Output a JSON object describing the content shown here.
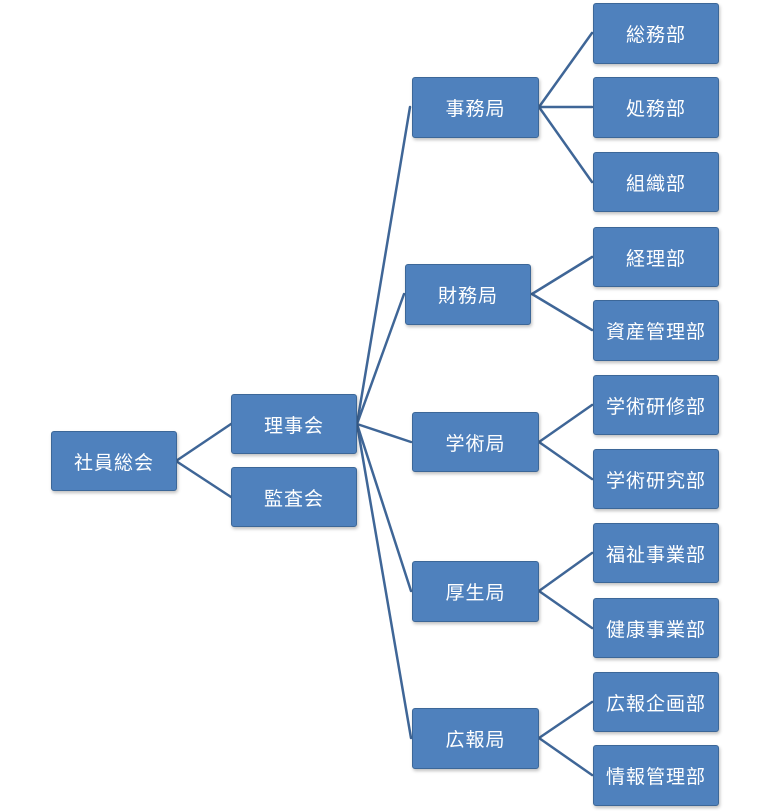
{
  "diagram": {
    "root": {
      "label": "社員総会"
    },
    "level1": [
      {
        "label": "理事会"
      },
      {
        "label": "監査会"
      }
    ],
    "bureaus": [
      {
        "label": "事務局",
        "departments": [
          {
            "label": "総務部"
          },
          {
            "label": "処務部"
          },
          {
            "label": "組織部"
          }
        ]
      },
      {
        "label": "財務局",
        "departments": [
          {
            "label": "経理部"
          },
          {
            "label": "資産管理部"
          }
        ]
      },
      {
        "label": "学術局",
        "departments": [
          {
            "label": "学術研修部"
          },
          {
            "label": "学術研究部"
          }
        ]
      },
      {
        "label": "厚生局",
        "departments": [
          {
            "label": "福祉事業部"
          },
          {
            "label": "健康事業部"
          }
        ]
      },
      {
        "label": "広報局",
        "departments": [
          {
            "label": "広報企画部"
          },
          {
            "label": "情報管理部"
          }
        ]
      }
    ],
    "colors": {
      "box_fill": "#4f81bd",
      "box_border": "#3c6798",
      "connector": "#3f6697",
      "text": "#ffffff"
    }
  }
}
